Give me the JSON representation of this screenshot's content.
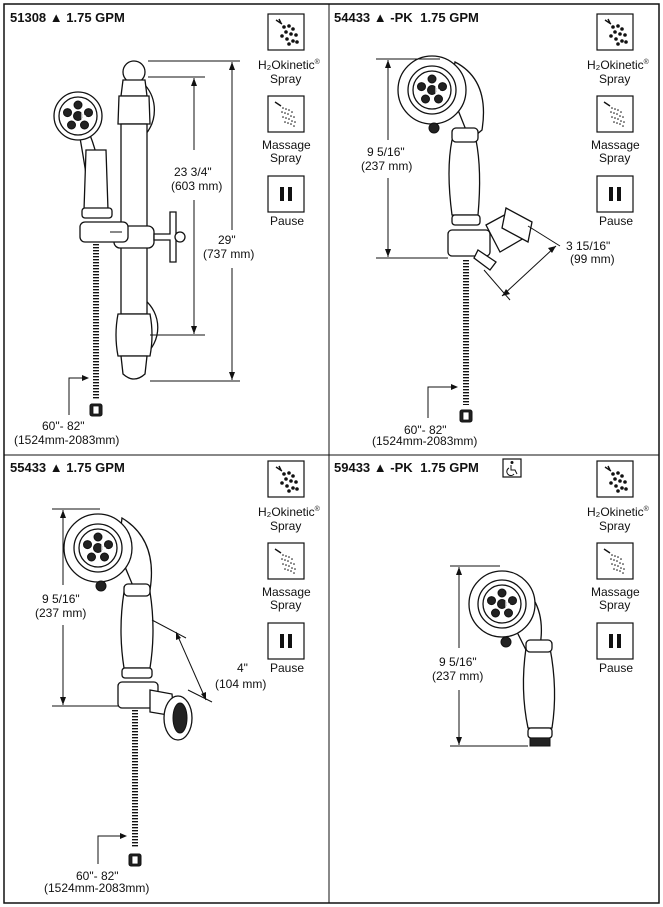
{
  "spray_legend": {
    "h2okinetic_line1": "H₂Okinetic",
    "h2okinetic_reg": "®",
    "h2okinetic_line2": "Spray",
    "massage_line1": "Massage",
    "massage_line2": "Spray",
    "pause": "Pause",
    "icons": [
      "h2okinetic-spray-icon",
      "massage-spray-icon",
      "pause-icon"
    ]
  },
  "panels": [
    {
      "model": "51308",
      "flow": "1.75 GPM",
      "dims": {
        "a1": "23 3/4\"",
        "a2": "(603 mm)",
        "b1": "29\"",
        "b2": "(737 mm)",
        "hose1": "60\"- 82\"",
        "hose2": "(1524mm-2083mm)"
      }
    },
    {
      "model": "54433",
      "suffix": "-PK",
      "flow": "1.75 GPM",
      "dims": {
        "a1": "9 5/16\"",
        "a2": "(237 mm)",
        "b1": "3 15/16\"",
        "b2": "(99 mm)",
        "hose1": "60\"- 82\"",
        "hose2": "(1524mm-2083mm)"
      }
    },
    {
      "model": "55433",
      "flow": "1.75 GPM",
      "dims": {
        "a1": "9 5/16\"",
        "a2": "(237 mm)",
        "b1": "4\"",
        "b2": "(104 mm)",
        "hose1": "60\"- 82\"",
        "hose2": "(1524mm-2083mm)"
      }
    },
    {
      "model": "59433",
      "suffix": "-PK",
      "flow": "1.75 GPM",
      "badge_icon": "wheelchair-accessible-icon",
      "dims": {
        "a1": "9 5/16\"",
        "a2": "(237 mm)"
      }
    }
  ],
  "colors": {
    "line": "#111111",
    "background": "#ffffff"
  }
}
